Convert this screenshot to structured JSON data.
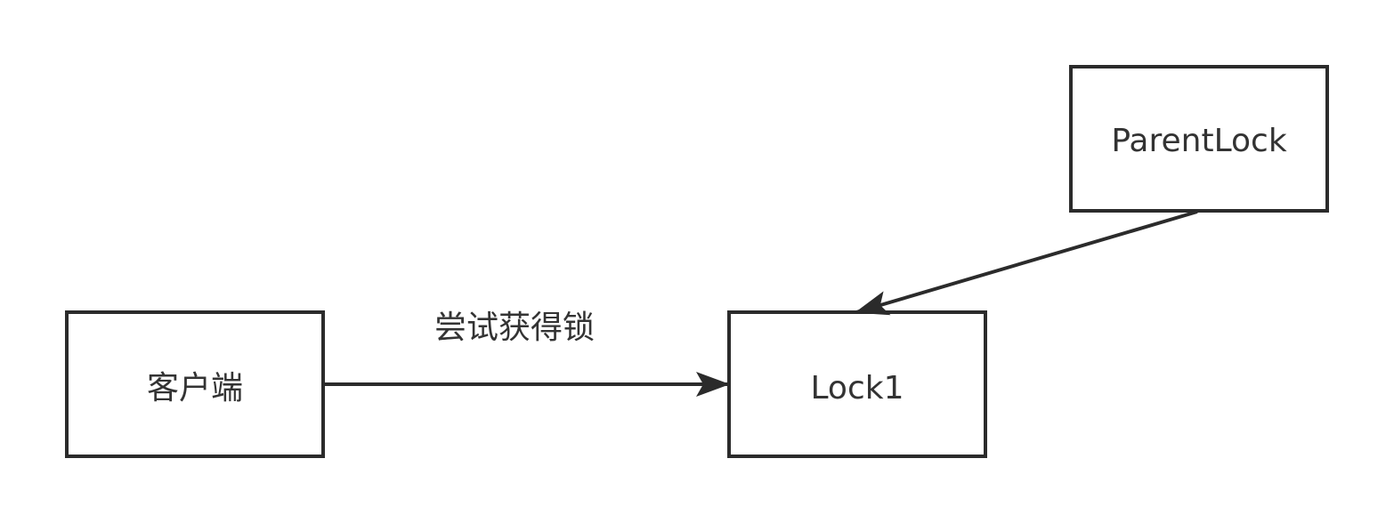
{
  "nodes": {
    "client": {
      "label": "客户端"
    },
    "lock1": {
      "label": "Lock1"
    },
    "parent_lock": {
      "label": "ParentLock"
    }
  },
  "edges": {
    "client_to_lock1": {
      "label": "尝试获得锁"
    },
    "parent_to_lock1": {
      "label": ""
    }
  },
  "colors": {
    "stroke": "#2b2b2b",
    "text": "#333333",
    "background": "#ffffff"
  }
}
